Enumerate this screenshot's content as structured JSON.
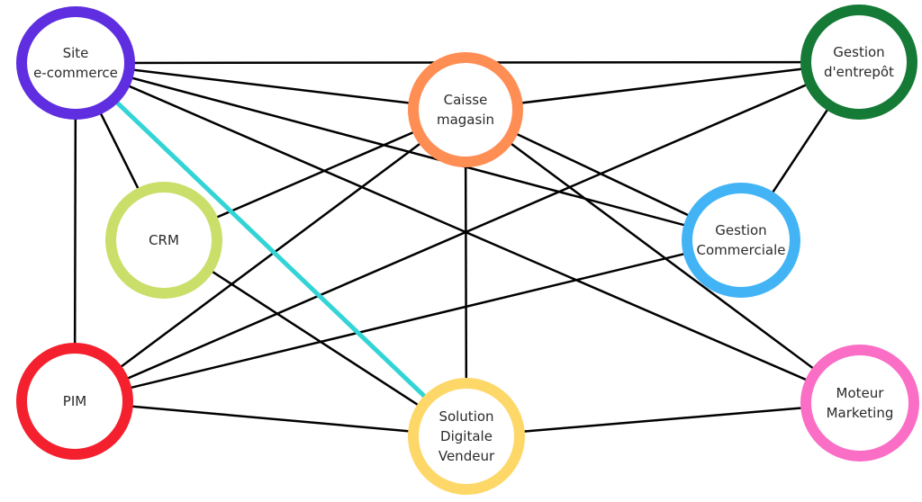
{
  "nodes": {
    "site": {
      "label": "Site\ne-commerce",
      "color": "#5e2ee0"
    },
    "caisse": {
      "label": "Caisse\nmagasin",
      "color": "#ff8e55"
    },
    "gestion_entrepot": {
      "label": "Gestion\nd'entrepôt",
      "color": "#157a36"
    },
    "crm": {
      "label": "CRM",
      "color": "#c9df6a"
    },
    "gestion_commerciale": {
      "label": "Gestion\nCommerciale",
      "color": "#42b4f6"
    },
    "pim": {
      "label": "PIM",
      "color": "#f4202e"
    },
    "solution": {
      "label": "Solution\nDigitale\nVendeur",
      "color": "#fdd868"
    },
    "moteur": {
      "label": "Moteur\nMarketing",
      "color": "#fa6ec6"
    }
  },
  "edges": [
    {
      "from": "site",
      "to": "gestion_entrepot"
    },
    {
      "from": "site",
      "to": "caisse"
    },
    {
      "from": "site",
      "to": "crm"
    },
    {
      "from": "site",
      "to": "pim"
    },
    {
      "from": "site",
      "to": "gestion_commerciale"
    },
    {
      "from": "site",
      "to": "moteur"
    },
    {
      "from": "site",
      "to": "solution",
      "highlight": true
    },
    {
      "from": "caisse",
      "to": "gestion_entrepot"
    },
    {
      "from": "caisse",
      "to": "crm"
    },
    {
      "from": "caisse",
      "to": "pim"
    },
    {
      "from": "caisse",
      "to": "solution"
    },
    {
      "from": "caisse",
      "to": "gestion_commerciale"
    },
    {
      "from": "caisse",
      "to": "moteur"
    },
    {
      "from": "gestion_entrepot",
      "to": "gestion_commerciale"
    },
    {
      "from": "gestion_entrepot",
      "to": "pim"
    },
    {
      "from": "crm",
      "to": "solution"
    },
    {
      "from": "gestion_commerciale",
      "to": "pim"
    },
    {
      "from": "pim",
      "to": "solution"
    },
    {
      "from": "solution",
      "to": "moteur"
    }
  ],
  "colors": {
    "edge": "#000000",
    "highlight_edge": "#33d4d6"
  }
}
